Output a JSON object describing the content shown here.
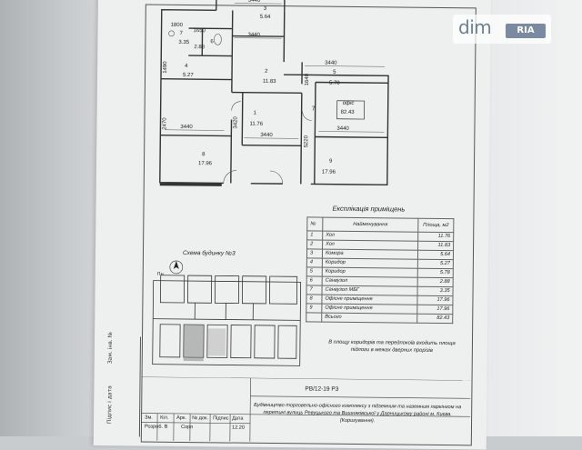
{
  "plan": {
    "rooms": [
      {
        "num": "1",
        "area": "11.76"
      },
      {
        "num": "2",
        "area": "11.83"
      },
      {
        "num": "3",
        "area": "5.64"
      },
      {
        "num": "4",
        "area": "5.27"
      },
      {
        "num": "5",
        "area": "5.78"
      },
      {
        "num": "6",
        "area": "2.88"
      },
      {
        "num": "7",
        "area": "3.35"
      },
      {
        "num": "8",
        "area": "17.96"
      },
      {
        "num": "9",
        "area": "17.96"
      }
    ],
    "office_num": "7",
    "office_label": "офіс",
    "office_area": "82.43",
    "dims": {
      "d3440": "3440",
      "d1800": "1800",
      "d1650": "1650",
      "d1490": "1490",
      "d3420": "3420",
      "d5220": "5220",
      "d1640": "1640",
      "d2470": "2470"
    }
  },
  "schema": {
    "title": "Схема будинку №3",
    "north": "Пн"
  },
  "explication": {
    "title": "Експлікація приміщень",
    "headers": {
      "num": "№",
      "name": "Найменування",
      "area": "Площа, м2"
    },
    "rows": [
      {
        "num": "1",
        "name": "Хол",
        "area": "11.76"
      },
      {
        "num": "2",
        "name": "Хол",
        "area": "11.83"
      },
      {
        "num": "3",
        "name": "Комора",
        "area": "5.64"
      },
      {
        "num": "4",
        "name": "Коридор",
        "area": "5.27"
      },
      {
        "num": "5",
        "name": "Коридор",
        "area": "5.78"
      },
      {
        "num": "6",
        "name": "Санвузол",
        "area": "2.88"
      },
      {
        "num": "7",
        "name": "Санвузол МБГ",
        "area": "3.35"
      },
      {
        "num": "8",
        "name": "Офісне приміщення",
        "area": "17.96"
      },
      {
        "num": "9",
        "name": "Офісне приміщення",
        "area": "17.96"
      }
    ],
    "total_label": "Всього",
    "total_area": "82.43"
  },
  "note": "В площу коридорів та передпокоїв входить площа підлоги в межах дверних прорізів",
  "stamp": {
    "code": "РВ/12-19 РЗ",
    "description": "Будівництво торговельно-офісного комплексу з підземним та наземним паркінгом на перетині вулиць Ревуцького та Вишняківської у Дарницькому районі м. Києва. (Коригування).",
    "head_cols": [
      "Зм.",
      "Кіл.",
      "Арк.",
      "№ док.",
      "Підпис",
      "Дата"
    ],
    "bottom_left": "Розроб. В",
    "bottom_mid": "Сорп",
    "bottom_right": "12.20"
  },
  "side": {
    "sign_date": "Підпис і дата",
    "inv": "Зам. інв. №"
  },
  "watermark": {
    "brand": "dim",
    "ria": "RIA"
  }
}
